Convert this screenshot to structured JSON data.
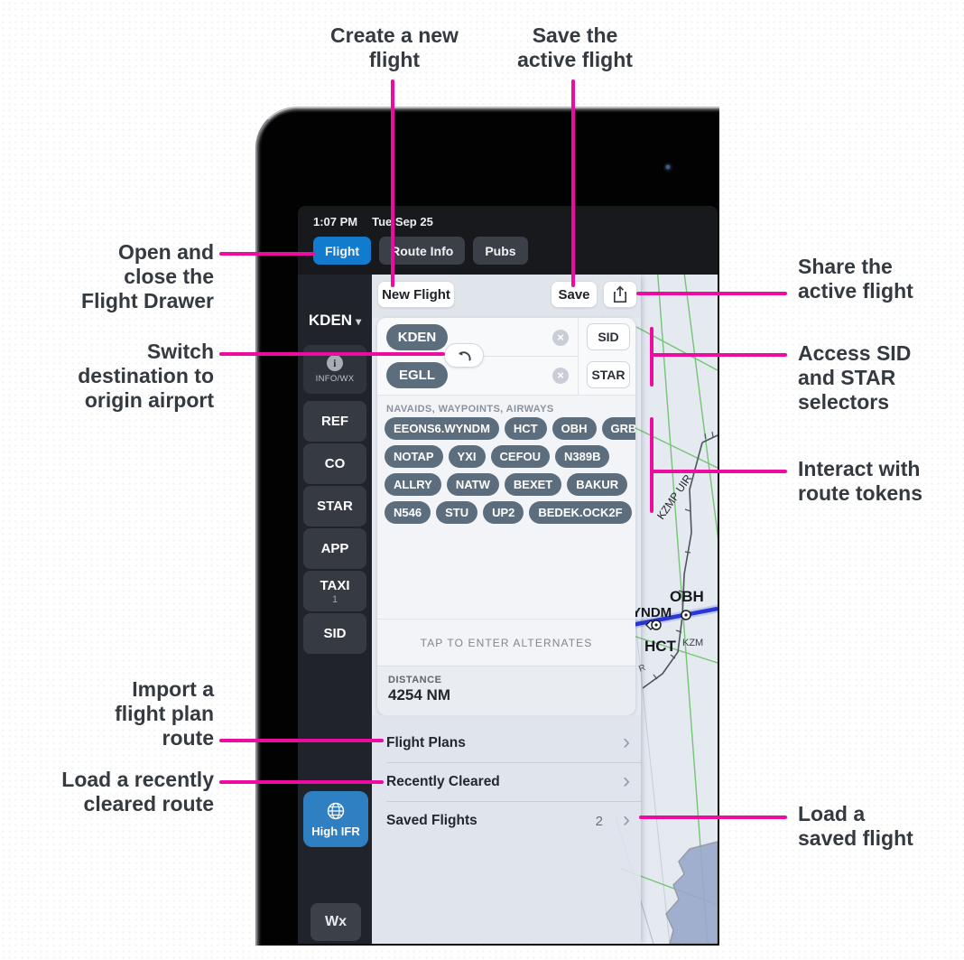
{
  "annotations": {
    "accent_color": "#ee0ba1",
    "create_new_flight": "Create a new\nflight",
    "save_active_flight": "Save the\nactive flight",
    "open_close_drawer": "Open and\nclose the\nFlight Drawer",
    "switch_destination": "Switch\ndestination to\norigin airport",
    "import_flight_plan": "Import a\nflight plan\nroute",
    "load_recently_cleared": "Load a recently\ncleared route",
    "share_active_flight": "Share the\nactive flight",
    "access_sid_star": "Access SID\nand STAR\nselectors",
    "interact_route_tokens": "Interact with\nroute tokens",
    "load_saved_flight": "Load a\nsaved flight"
  },
  "status_bar": {
    "time": "1:07 PM",
    "date": "Tue Sep 25"
  },
  "tabs": [
    {
      "label": "Flight",
      "active": true,
      "color": "#137bce"
    },
    {
      "label": "Route Info",
      "active": false
    },
    {
      "label": "Pubs",
      "active": false
    }
  ],
  "toolbar": {
    "new_flight": "New Flight",
    "save": "Save",
    "share_icon": "share-up-arrow"
  },
  "sidebar": {
    "airport": "KDEN",
    "info_wx": "INFO/WX",
    "items": [
      "REF",
      "CO",
      "STAR",
      "APP",
      "TAXI",
      "SID"
    ],
    "taxi_count": "1",
    "map_mode": "High IFR",
    "map_mode_color": "#2e80c3",
    "wx": "Wx"
  },
  "route": {
    "origin": "KDEN",
    "destination": "EGLL",
    "sid": "SID",
    "star": "STAR",
    "token_color": "#5c6d7d",
    "section_label": "NAVAIDS, WAYPOINTS, AIRWAYS",
    "token_rows": [
      [
        "EEONS6.WYNDM",
        "HCT",
        "OBH",
        "GRB"
      ],
      [
        "NOTAP",
        "YXI",
        "CEFOU",
        "N389B"
      ],
      [
        "ALLRY",
        "NATW",
        "BEXET",
        "BAKUR"
      ],
      [
        "N546",
        "STU",
        "UP2",
        "BEDEK.OCK2F"
      ]
    ],
    "alternates_placeholder": "TAP TO ENTER ALTERNATES",
    "distance_label": "DISTANCE",
    "distance_value": "4254 NM"
  },
  "lists": {
    "flight_plans": "Flight Plans",
    "recently_cleared": "Recently Cleared",
    "saved_flights": "Saved Flights",
    "saved_flights_count": "2",
    "chevron": "›"
  },
  "map": {
    "route_color": "#2936d8",
    "airway_color": "#74c574",
    "labels": {
      "kzmp": "KZMP UIR",
      "obh": "OBH",
      "yndm": "YNDM",
      "hct": "HCT",
      "kzm": "KZM",
      "r": "R"
    }
  }
}
